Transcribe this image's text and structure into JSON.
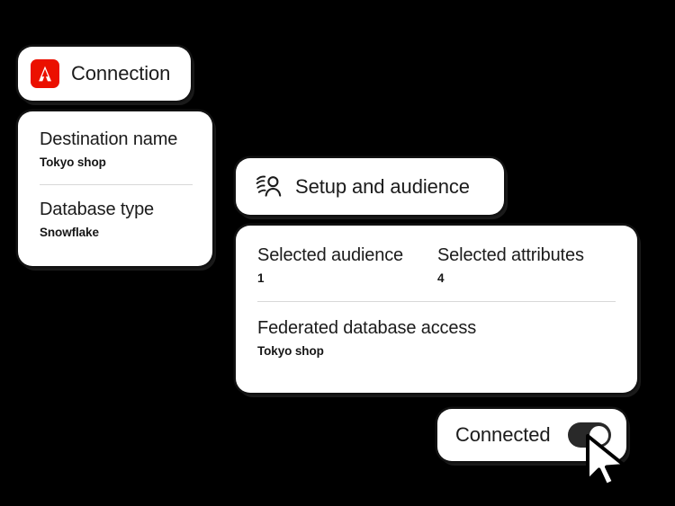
{
  "background_color": "#000000",
  "card_color": "#ffffff",
  "accent_color": "#eb1000",
  "connection": {
    "logo_icon": "adobe-logo-icon",
    "label": "Connection"
  },
  "destination": {
    "name_label": "Destination name",
    "name_value": "Tokyo shop",
    "type_label": "Database type",
    "type_value": "Snowflake"
  },
  "setup": {
    "icon": "audience-people-icon",
    "label": "Setup and audience"
  },
  "details": {
    "selected_audience_label": "Selected audience",
    "selected_audience_value": "1",
    "selected_attributes_label": "Selected attributes",
    "selected_attributes_value": "4",
    "federated_access_label": "Federated database access",
    "federated_access_value": "Tokyo shop"
  },
  "connection_status": {
    "label": "Connected",
    "toggle_state": "on",
    "toggle_color": "#292929"
  },
  "cursor": {
    "icon": "mouse-pointer-icon"
  }
}
